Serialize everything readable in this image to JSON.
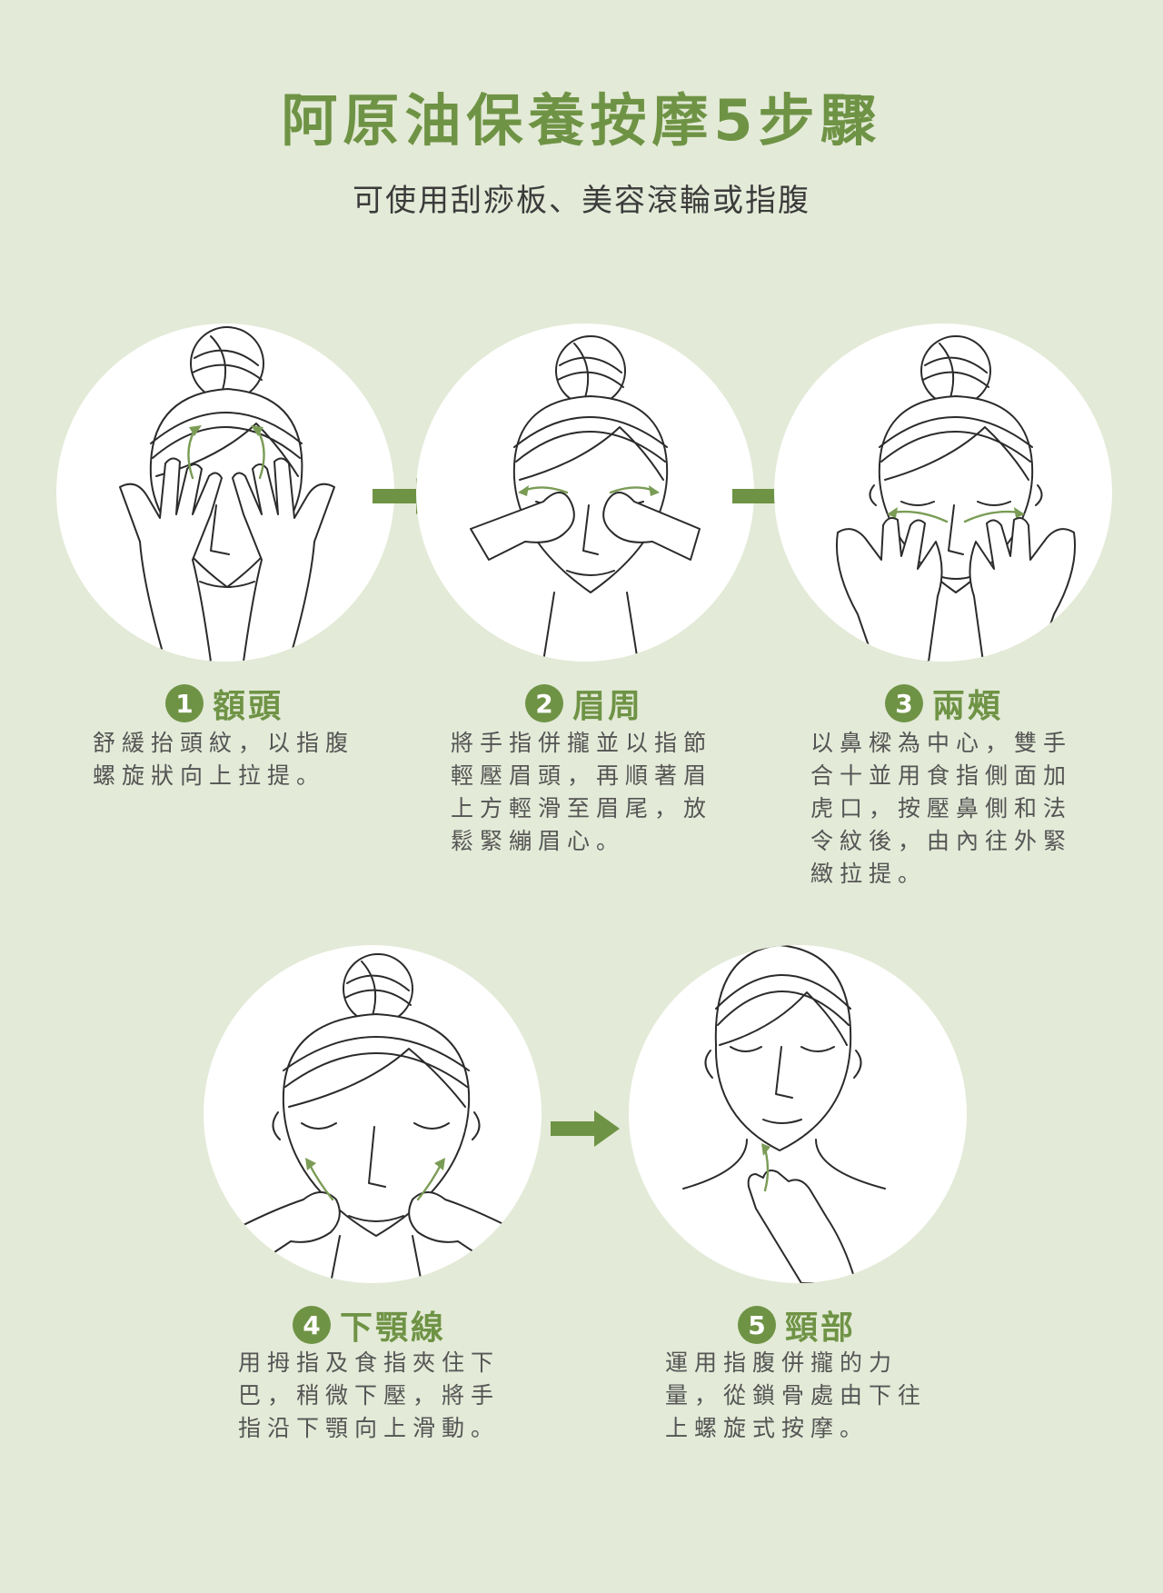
{
  "title": "阿原油保養按摩5步驟",
  "subtitle": "可使用刮痧板、美容滾輪或指腹",
  "colors": {
    "accent": "#6f9345",
    "background": "#e3ead7",
    "text": "#555555"
  },
  "steps": [
    {
      "number": "1",
      "name": "額頭",
      "description": "舒緩抬頭紋，以指腹螺旋狀向上拉提。"
    },
    {
      "number": "2",
      "name": "眉周",
      "description": "將手指併攏並以指節輕壓眉頭，再順著眉上方輕滑至眉尾，放鬆緊繃眉心。"
    },
    {
      "number": "3",
      "name": "兩頰",
      "description": "以鼻樑為中心，雙手合十並用食指側面加虎口，按壓鼻側和法令紋後，由內往外緊緻拉提。"
    },
    {
      "number": "4",
      "name": "下顎線",
      "description": "用拇指及食指夾住下巴，稍微下壓，將手指沿下顎向上滑動。"
    },
    {
      "number": "5",
      "name": "頸部",
      "description": "運用指腹併攏的力量，從鎖骨處由下往上螺旋式按摩。"
    }
  ]
}
